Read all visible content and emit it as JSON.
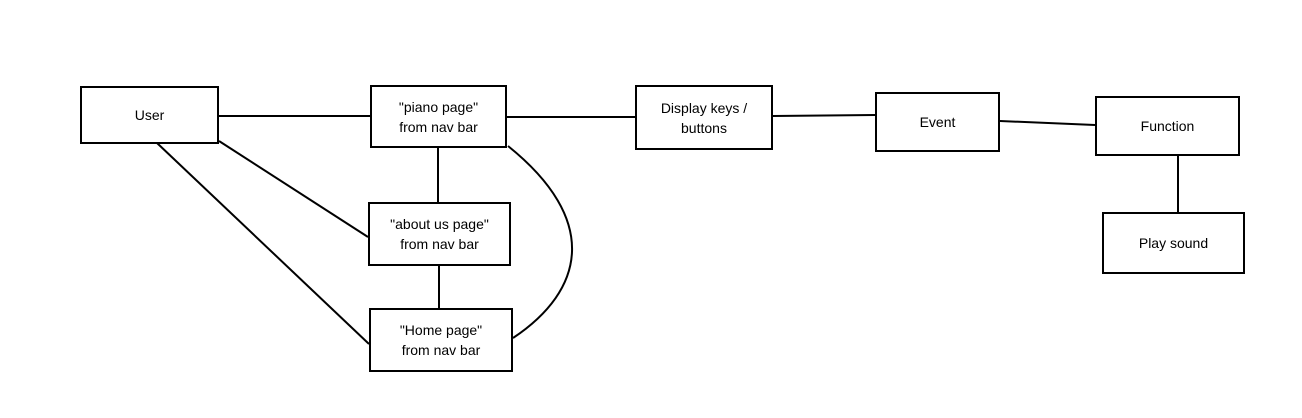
{
  "diagram": {
    "nodes": {
      "user": {
        "lines": [
          "User"
        ]
      },
      "piano": {
        "lines": [
          "\"piano page\"",
          "from nav bar"
        ]
      },
      "about": {
        "lines": [
          "\"about us page\"",
          "from nav bar"
        ]
      },
      "home": {
        "lines": [
          "\"Home page\"",
          "from nav bar"
        ]
      },
      "display": {
        "lines": [
          "Display keys /",
          "buttons"
        ]
      },
      "event": {
        "lines": [
          "Event"
        ]
      },
      "function": {
        "lines": [
          "Function"
        ]
      },
      "play": {
        "lines": [
          "Play sound"
        ]
      }
    },
    "edges": [
      {
        "from": "user",
        "to": "piano"
      },
      {
        "from": "user",
        "to": "about"
      },
      {
        "from": "user",
        "to": "home"
      },
      {
        "from": "piano",
        "to": "about"
      },
      {
        "from": "about",
        "to": "home"
      },
      {
        "from": "piano",
        "to": "home",
        "style": "curved"
      },
      {
        "from": "piano",
        "to": "display"
      },
      {
        "from": "display",
        "to": "event"
      },
      {
        "from": "event",
        "to": "function"
      },
      {
        "from": "function",
        "to": "play"
      }
    ]
  }
}
